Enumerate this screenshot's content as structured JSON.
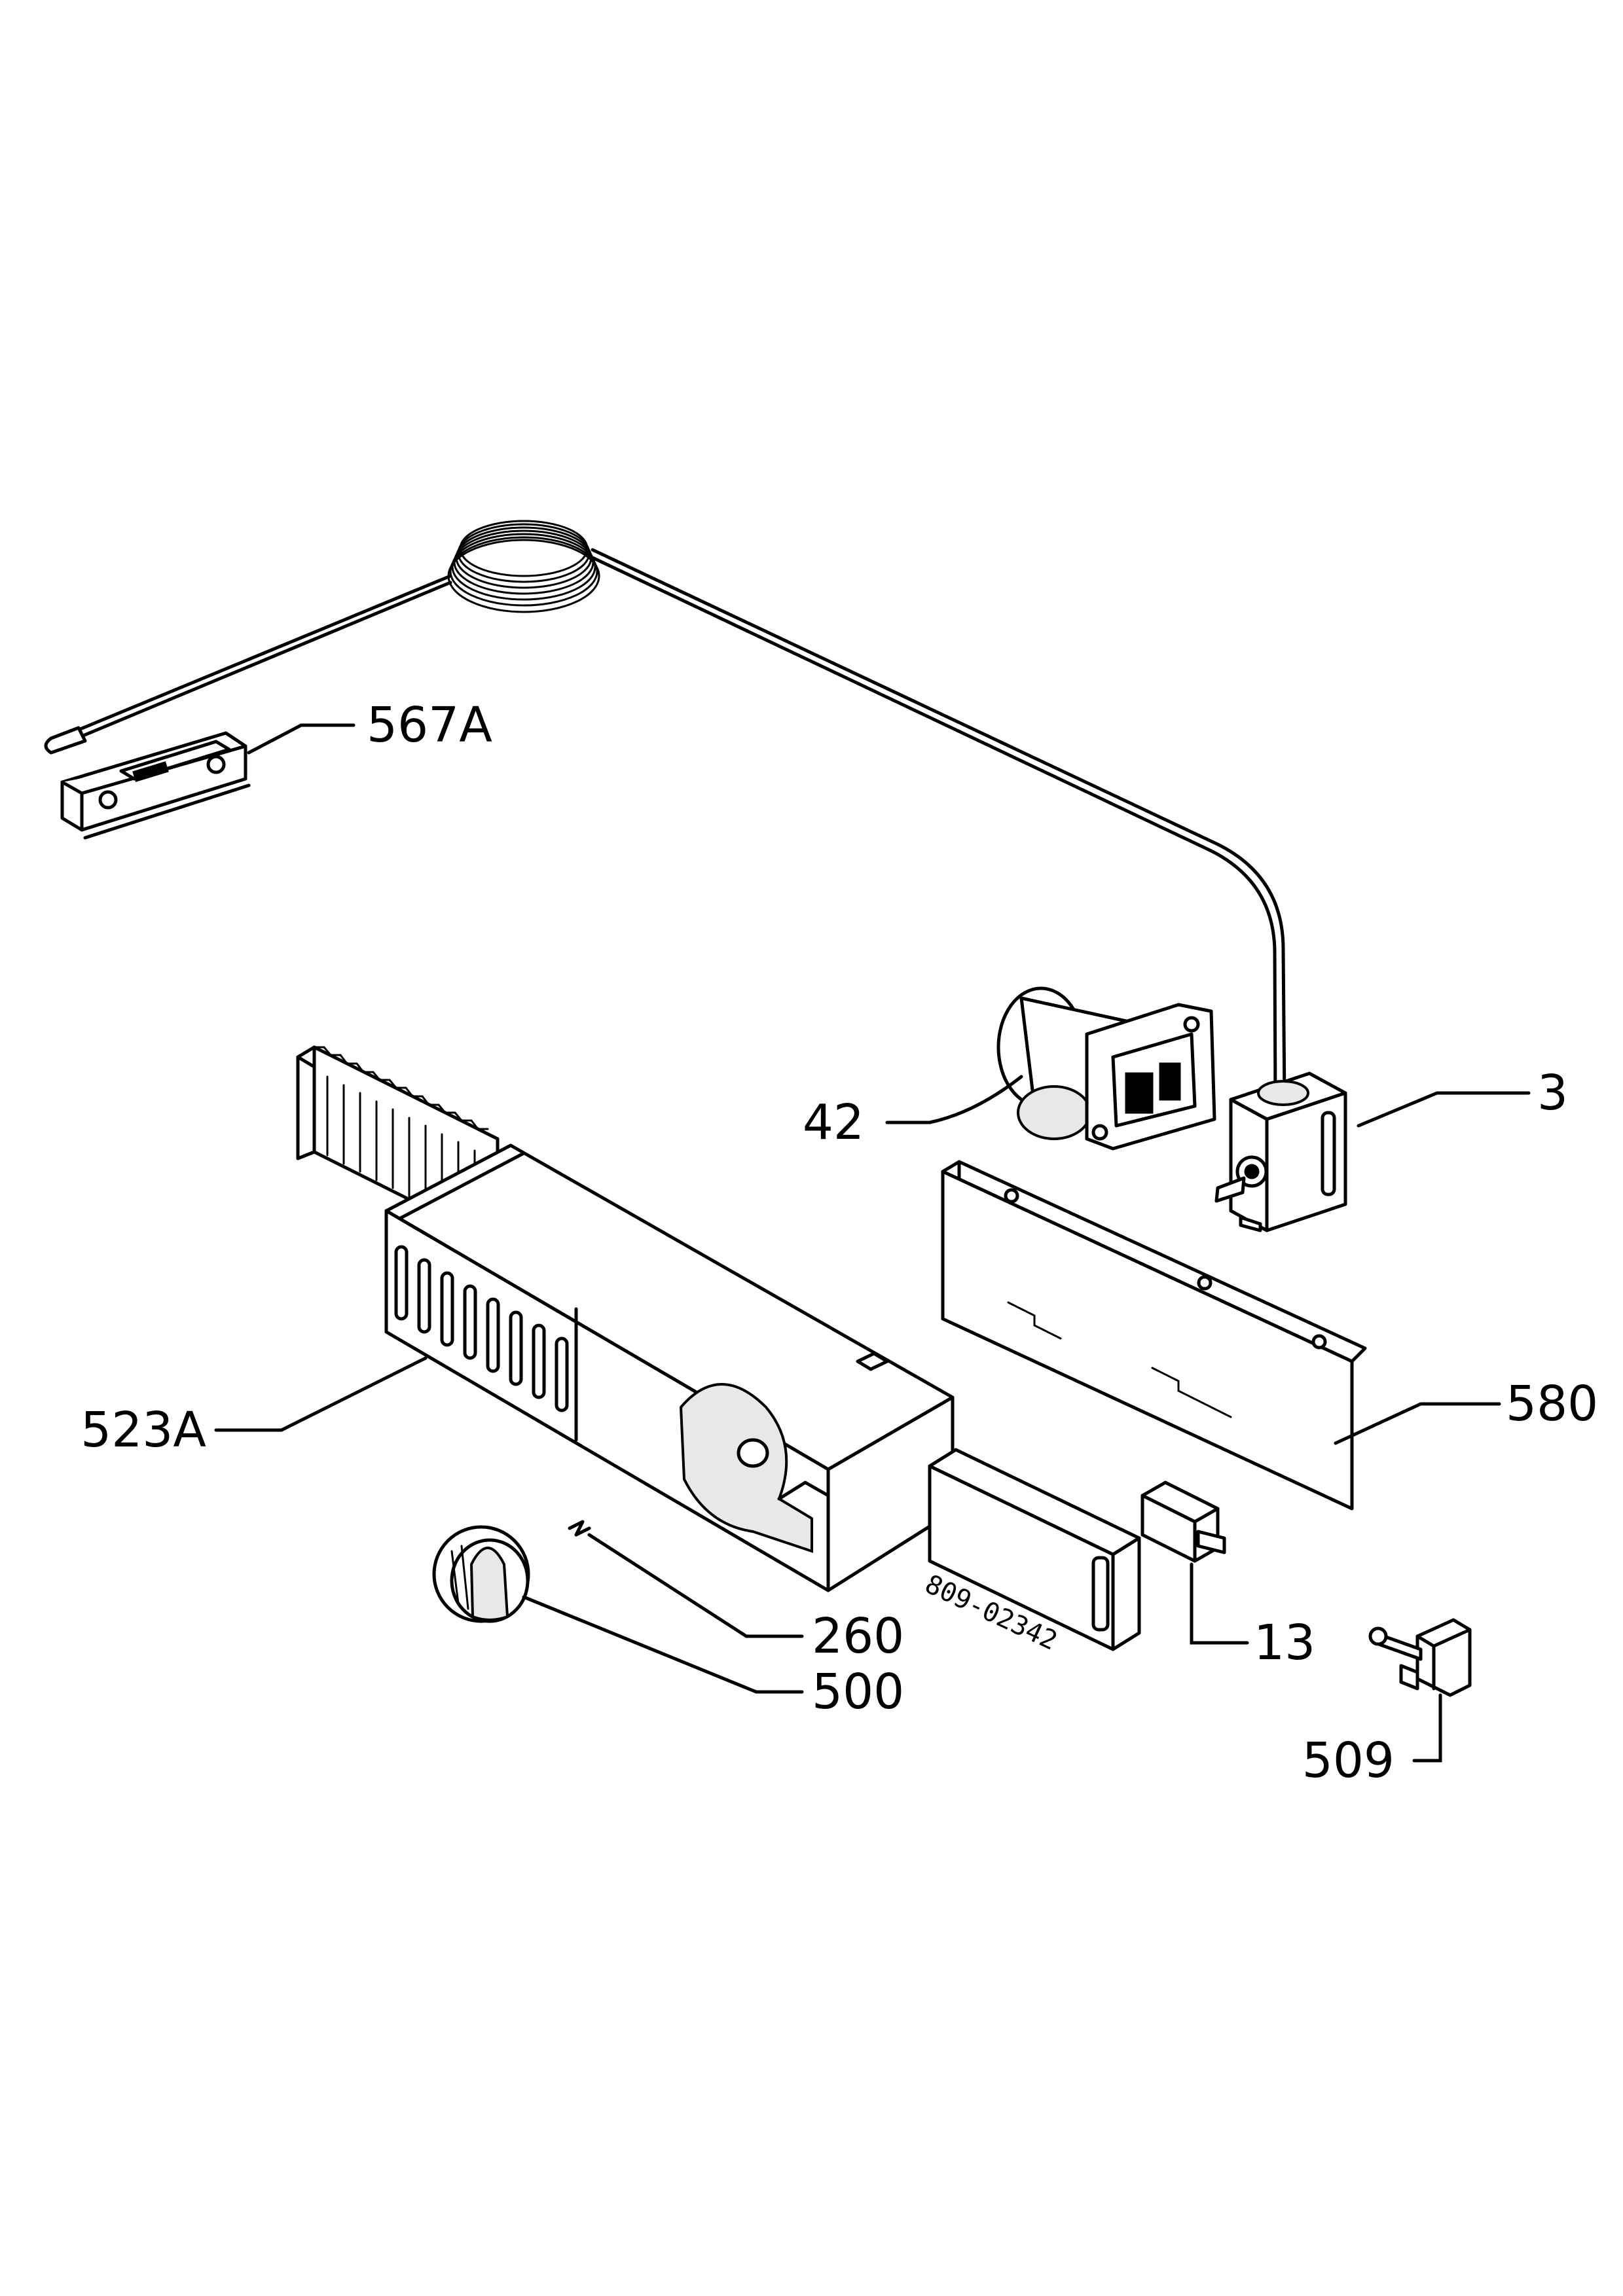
{
  "labels": {
    "p567a": "567A",
    "p42": "42",
    "p3": "3",
    "p523a": "523A",
    "p580": "580",
    "p260": "260",
    "p500": "500",
    "p13": "13",
    "p509": "509"
  },
  "stamp": "809-02342"
}
